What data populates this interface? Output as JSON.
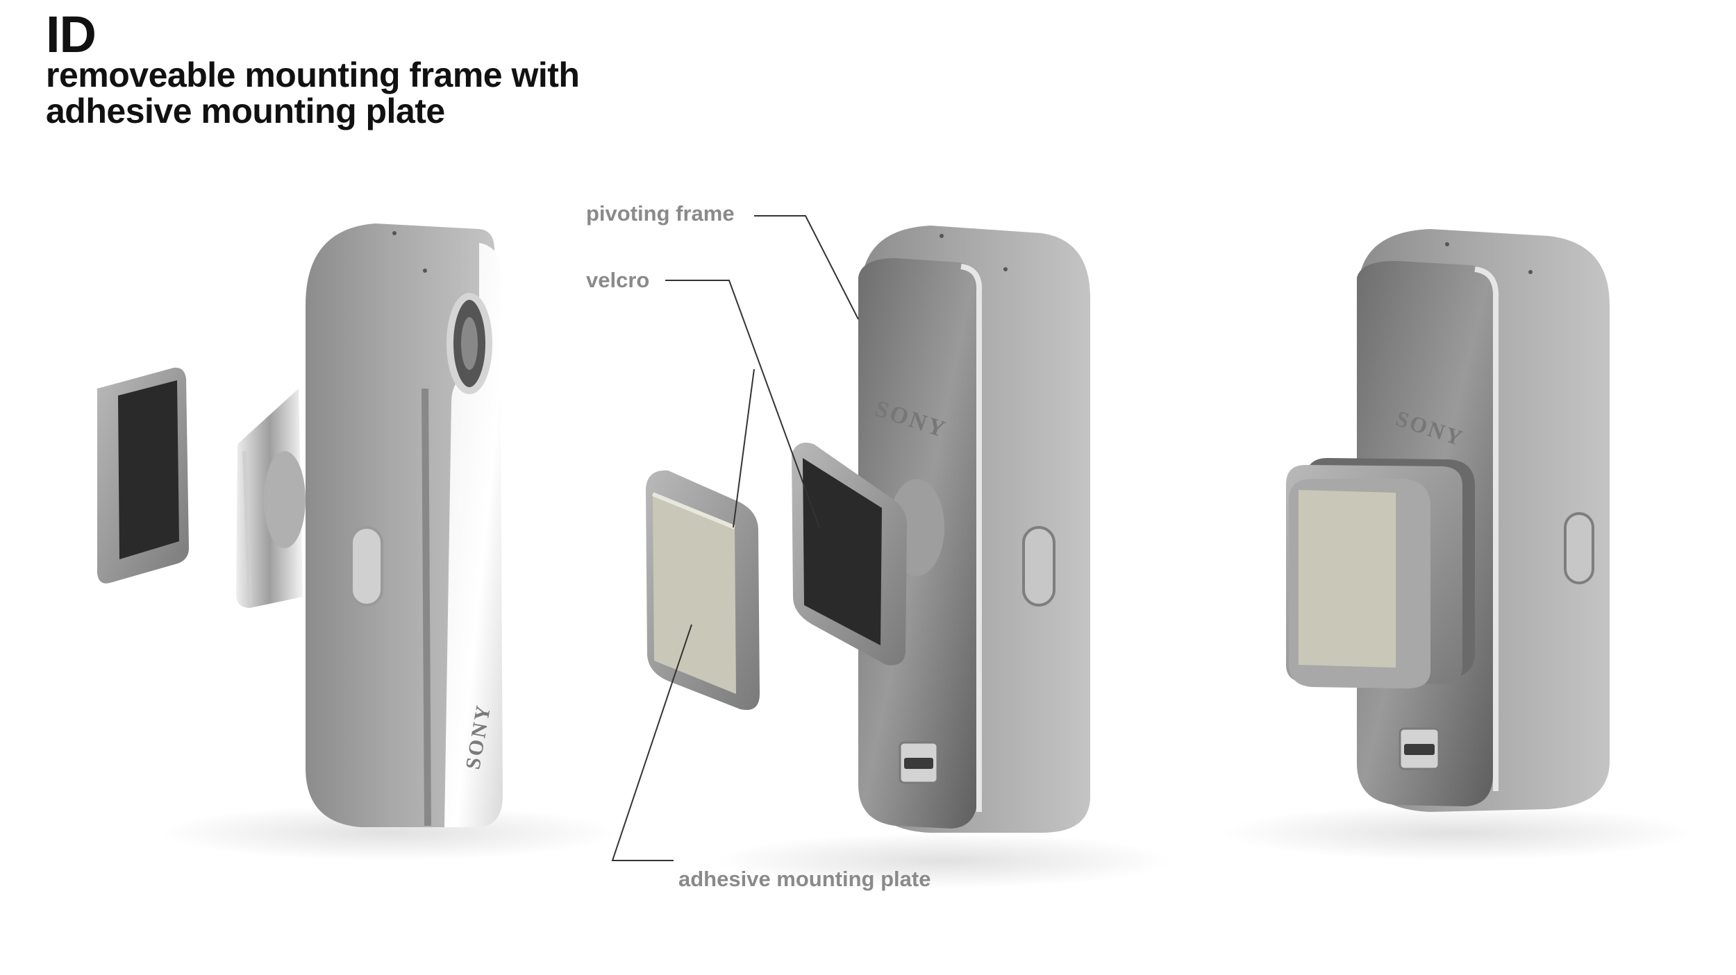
{
  "slide": {
    "title": "ID",
    "subtitle": "removeable mounting frame with\nadhesive mounting plate"
  },
  "callouts": {
    "pivoting_frame": "pivoting frame",
    "velcro": "velcro",
    "adhesive_plate": "adhesive mounting plate"
  },
  "product": {
    "brand": "SONY"
  },
  "colors": {
    "title_text": "#111111",
    "callout_text": "#8a8a8a",
    "leader_line": "#333333",
    "device_body": "#9c9c9c",
    "device_dark": "#5a5a5a",
    "chrome": "#d8d8d8",
    "velcro_pad": "#2a2a2a",
    "adhesive_pad": "#c9c8b8"
  }
}
